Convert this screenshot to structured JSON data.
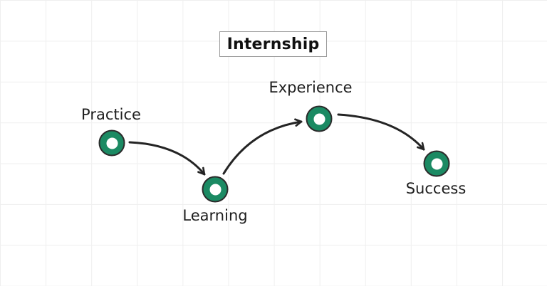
{
  "title": "Internship",
  "diagram": {
    "nodes": [
      {
        "id": "practice",
        "label": "Practice",
        "label_position": "above"
      },
      {
        "id": "learning",
        "label": "Learning",
        "label_position": "below"
      },
      {
        "id": "experience",
        "label": "Experience",
        "label_position": "above"
      },
      {
        "id": "success",
        "label": "Success",
        "label_position": "below"
      }
    ],
    "connections": [
      {
        "from": "Practice",
        "to": "Learning"
      },
      {
        "from": "Learning",
        "to": "Experience"
      },
      {
        "from": "Experience",
        "to": "Success"
      }
    ]
  },
  "colors": {
    "background": "#ffffff",
    "grid_line": "#efefef",
    "node_fill": "#1b8a63",
    "node_border": "#2b2b2b",
    "node_center": "#ffffff",
    "arrow": "#242424",
    "text": "#1e1e1e",
    "title_text": "#111111",
    "title_box_border": "#999999"
  }
}
